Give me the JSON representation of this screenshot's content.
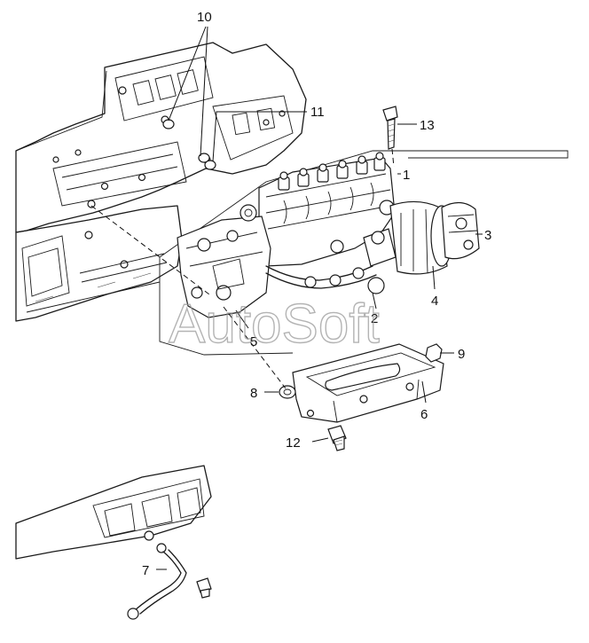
{
  "diagram": {
    "callouts": [
      {
        "id": "1",
        "label": "1"
      },
      {
        "id": "2",
        "label": "2"
      },
      {
        "id": "3",
        "label": "3"
      },
      {
        "id": "4",
        "label": "4"
      },
      {
        "id": "5",
        "label": "5"
      },
      {
        "id": "6",
        "label": "6"
      },
      {
        "id": "7",
        "label": "7"
      },
      {
        "id": "8",
        "label": "8"
      },
      {
        "id": "9",
        "label": "9"
      },
      {
        "id": "10",
        "label": "10"
      },
      {
        "id": "11",
        "label": "11"
      },
      {
        "id": "12",
        "label": "12"
      },
      {
        "id": "13",
        "label": "13"
      }
    ],
    "watermark": "AutoSoft"
  }
}
